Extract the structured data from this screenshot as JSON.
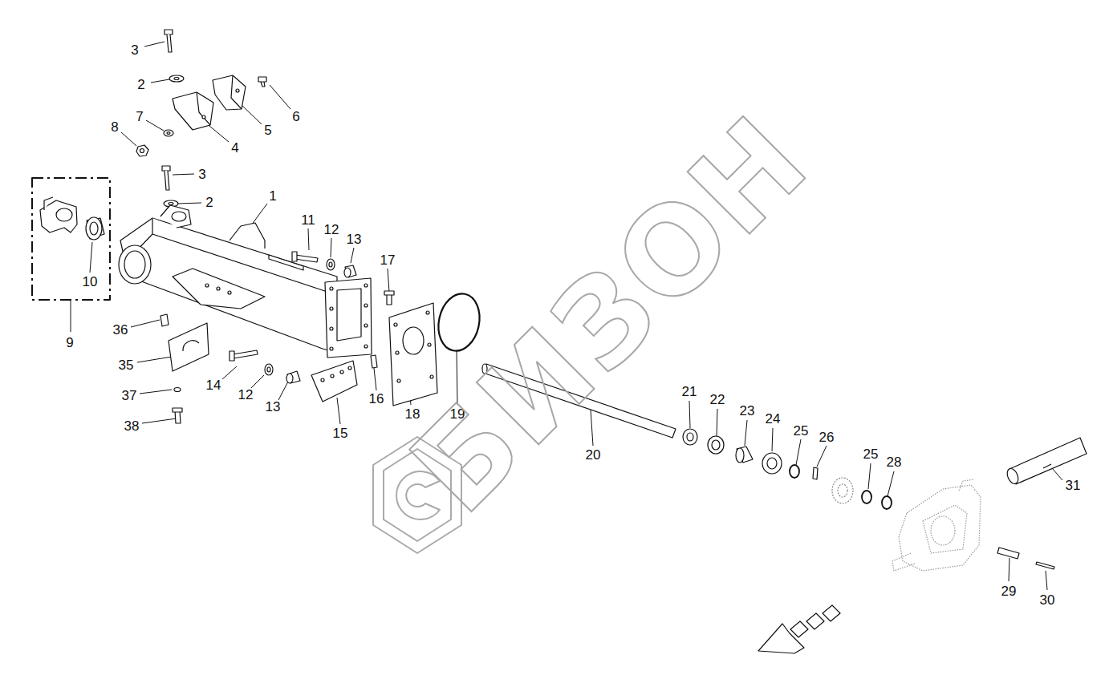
{
  "diagram": {
    "labels": [
      "3",
      "2",
      "6",
      "5",
      "4",
      "8",
      "7",
      "3",
      "2",
      "1",
      "9",
      "10",
      "11",
      "12",
      "13",
      "17",
      "36",
      "35",
      "14",
      "12",
      "13",
      "16",
      "18",
      "19",
      "37",
      "38",
      "15",
      "20",
      "21",
      "22",
      "23",
      "24",
      "25",
      "26",
      "25",
      "28",
      "31",
      "29",
      "30",
      "БИЗОН"
    ]
  }
}
